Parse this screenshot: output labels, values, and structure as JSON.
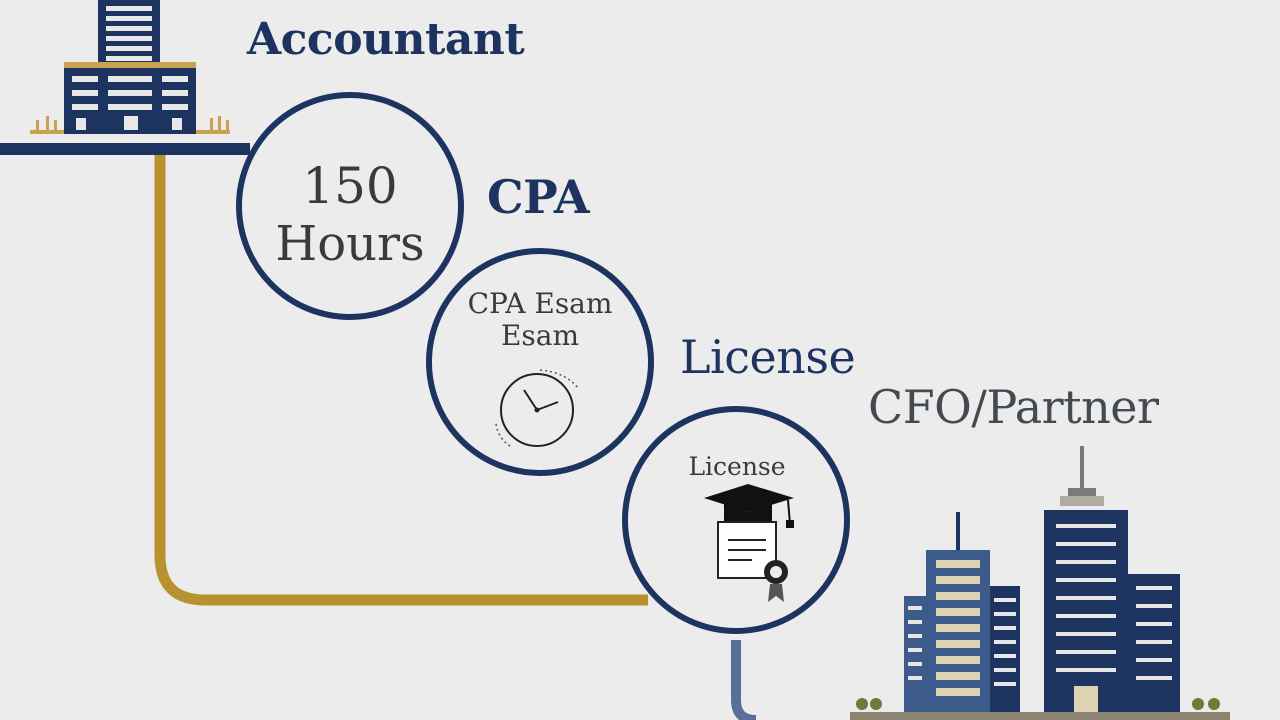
{
  "steps": {
    "accountant": "Accountant",
    "cpa": "CPA",
    "license": "License",
    "cfo_partner": "CFO/Partner"
  },
  "circles": {
    "hours": {
      "line1": "150",
      "line2": "Hours"
    },
    "exam": {
      "line1": "CPA Esam",
      "line2": "Esam"
    },
    "license": {
      "label": "License"
    }
  },
  "icons": [
    "office-building-icon",
    "clock-icon",
    "graduation-cap-icon",
    "certificate-icon",
    "skyline-icon"
  ],
  "colors": {
    "navy": "#1d3461",
    "gold": "#b8922e",
    "slate": "#5a6f98",
    "background": "#ececec",
    "text_dark": "#3a3a3a"
  }
}
